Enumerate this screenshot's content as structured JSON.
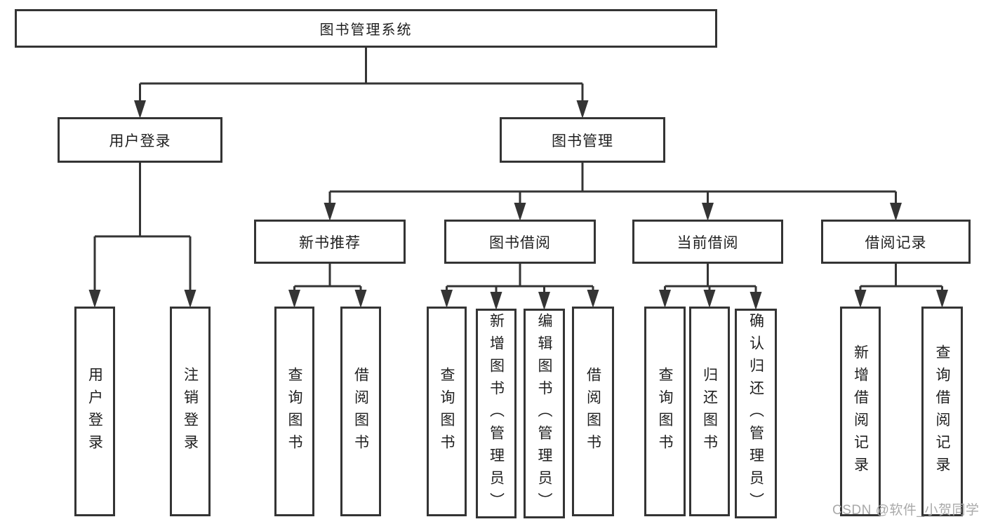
{
  "diagram": {
    "nodes": [
      {
        "id": "root",
        "label": "图书管理系统"
      },
      {
        "id": "user-login",
        "label": "用户登录"
      },
      {
        "id": "book-mgmt",
        "label": "图书管理"
      },
      {
        "id": "login",
        "label": "用户登录"
      },
      {
        "id": "logout",
        "label": "注销登录"
      },
      {
        "id": "new-book-rec",
        "label": "新书推荐"
      },
      {
        "id": "book-borrow",
        "label": "图书借阅"
      },
      {
        "id": "current-borrow",
        "label": "当前借阅"
      },
      {
        "id": "borrow-records",
        "label": "借阅记录"
      },
      {
        "id": "nbr-query",
        "label": "查询图书"
      },
      {
        "id": "nbr-borrow",
        "label": "借阅图书"
      },
      {
        "id": "bb-query",
        "label": "查询图书"
      },
      {
        "id": "bb-add",
        "label": "新增图书（管理员）"
      },
      {
        "id": "bb-edit",
        "label": "编辑图书（管理员）"
      },
      {
        "id": "bb-borrow",
        "label": "借阅图书"
      },
      {
        "id": "cb-query",
        "label": "查询图书"
      },
      {
        "id": "cb-return",
        "label": "归还图书"
      },
      {
        "id": "cb-confirm",
        "label": "确认归还（管理员）"
      },
      {
        "id": "br-add",
        "label": "新增借阅记录"
      },
      {
        "id": "br-query",
        "label": "查询借阅记录"
      }
    ],
    "edges": [
      {
        "from": "root",
        "to": [
          "user-login",
          "book-mgmt"
        ]
      },
      {
        "from": "user-login",
        "to": [
          "login",
          "logout"
        ]
      },
      {
        "from": "book-mgmt",
        "to": [
          "new-book-rec",
          "book-borrow",
          "current-borrow",
          "borrow-records"
        ]
      },
      {
        "from": "new-book-rec",
        "to": [
          "nbr-query",
          "nbr-borrow"
        ]
      },
      {
        "from": "book-borrow",
        "to": [
          "bb-query",
          "bb-add",
          "bb-edit",
          "bb-borrow"
        ]
      },
      {
        "from": "current-borrow",
        "to": [
          "cb-query",
          "cb-return",
          "cb-confirm"
        ]
      },
      {
        "from": "borrow-records",
        "to": [
          "br-add",
          "br-query"
        ]
      }
    ]
  },
  "watermark": {
    "text": "CSDN @软件_小贺同学",
    "color": "#a9a9a9"
  },
  "colors": {
    "line": "#343434",
    "box_fill": "#ffffff",
    "text": "#1f1f1f",
    "background": "#ffffff"
  }
}
